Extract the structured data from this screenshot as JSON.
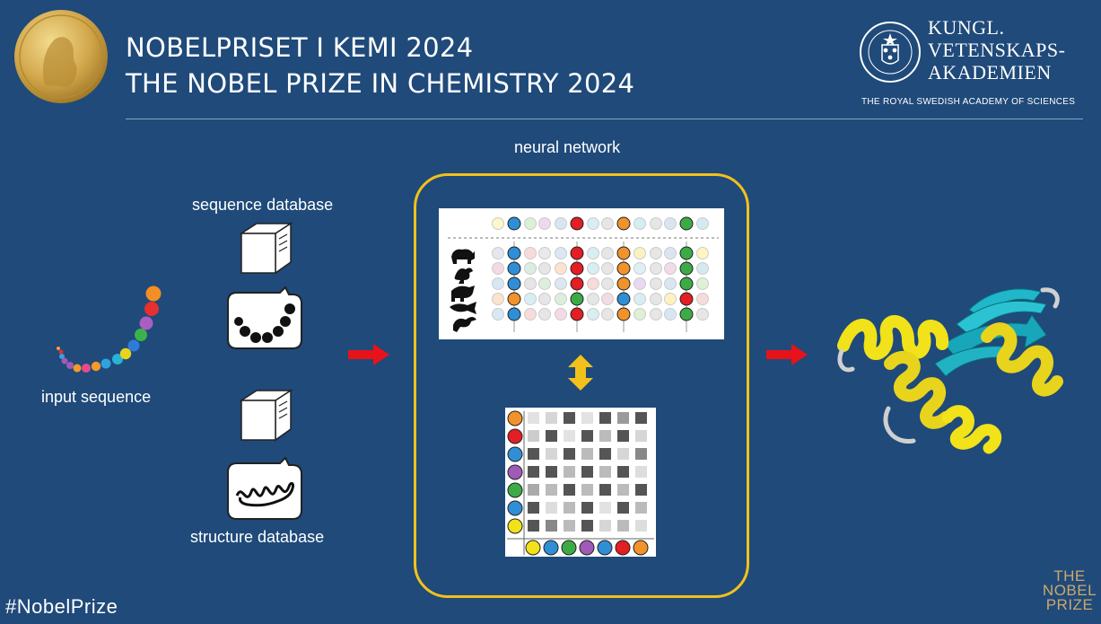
{
  "header": {
    "title_line1": "NOBELPRISET I KEMI 2024",
    "title_line2": "THE NOBEL PRIZE IN CHEMISTRY 2024",
    "academy_line1": "KUNGL.",
    "academy_line2": "VETENSKAPS-",
    "academy_line3": "AKADEMIEN",
    "academy_subtitle": "THE ROYAL SWEDISH ACADEMY OF SCIENCES"
  },
  "diagram": {
    "input_label": "input sequence",
    "sequence_db_label": "sequence database",
    "structure_db_label": "structure database",
    "network_label": "neural network"
  },
  "footer": {
    "hashtag": "#NobelPrize",
    "brand_line1": "THE",
    "brand_line2": "NOBEL",
    "brand_line3": "PRIZE"
  },
  "colors": {
    "background": "#1f4a7a",
    "frame": "#f2c11a",
    "arrow": "#e8121b",
    "helix": "#f1e21a",
    "strand": "#1fb7c9"
  }
}
